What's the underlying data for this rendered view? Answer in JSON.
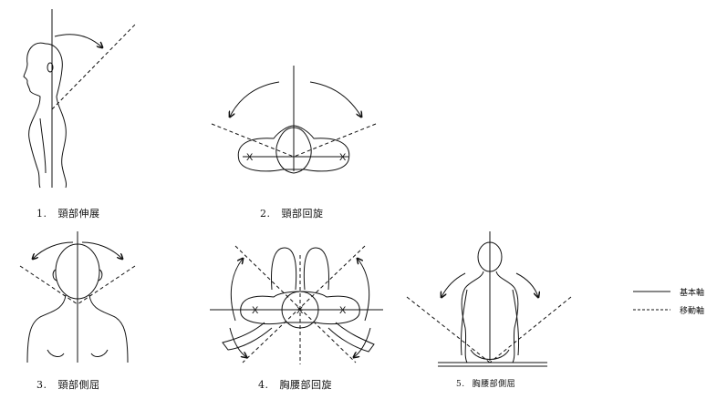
{
  "figures": [
    {
      "number": "1.",
      "title": "頸部伸展"
    },
    {
      "number": "2.",
      "title": "頸部回旋"
    },
    {
      "number": "3.",
      "title": "頸部側屈"
    },
    {
      "number": "4.",
      "title": "胸腰部回旋"
    },
    {
      "number": "5.",
      "title": "胸腰部側屈"
    }
  ],
  "legend": {
    "basic_axis": "基本軸",
    "moving_axis": "移動軸"
  },
  "marks": {
    "x_mark": "X"
  }
}
